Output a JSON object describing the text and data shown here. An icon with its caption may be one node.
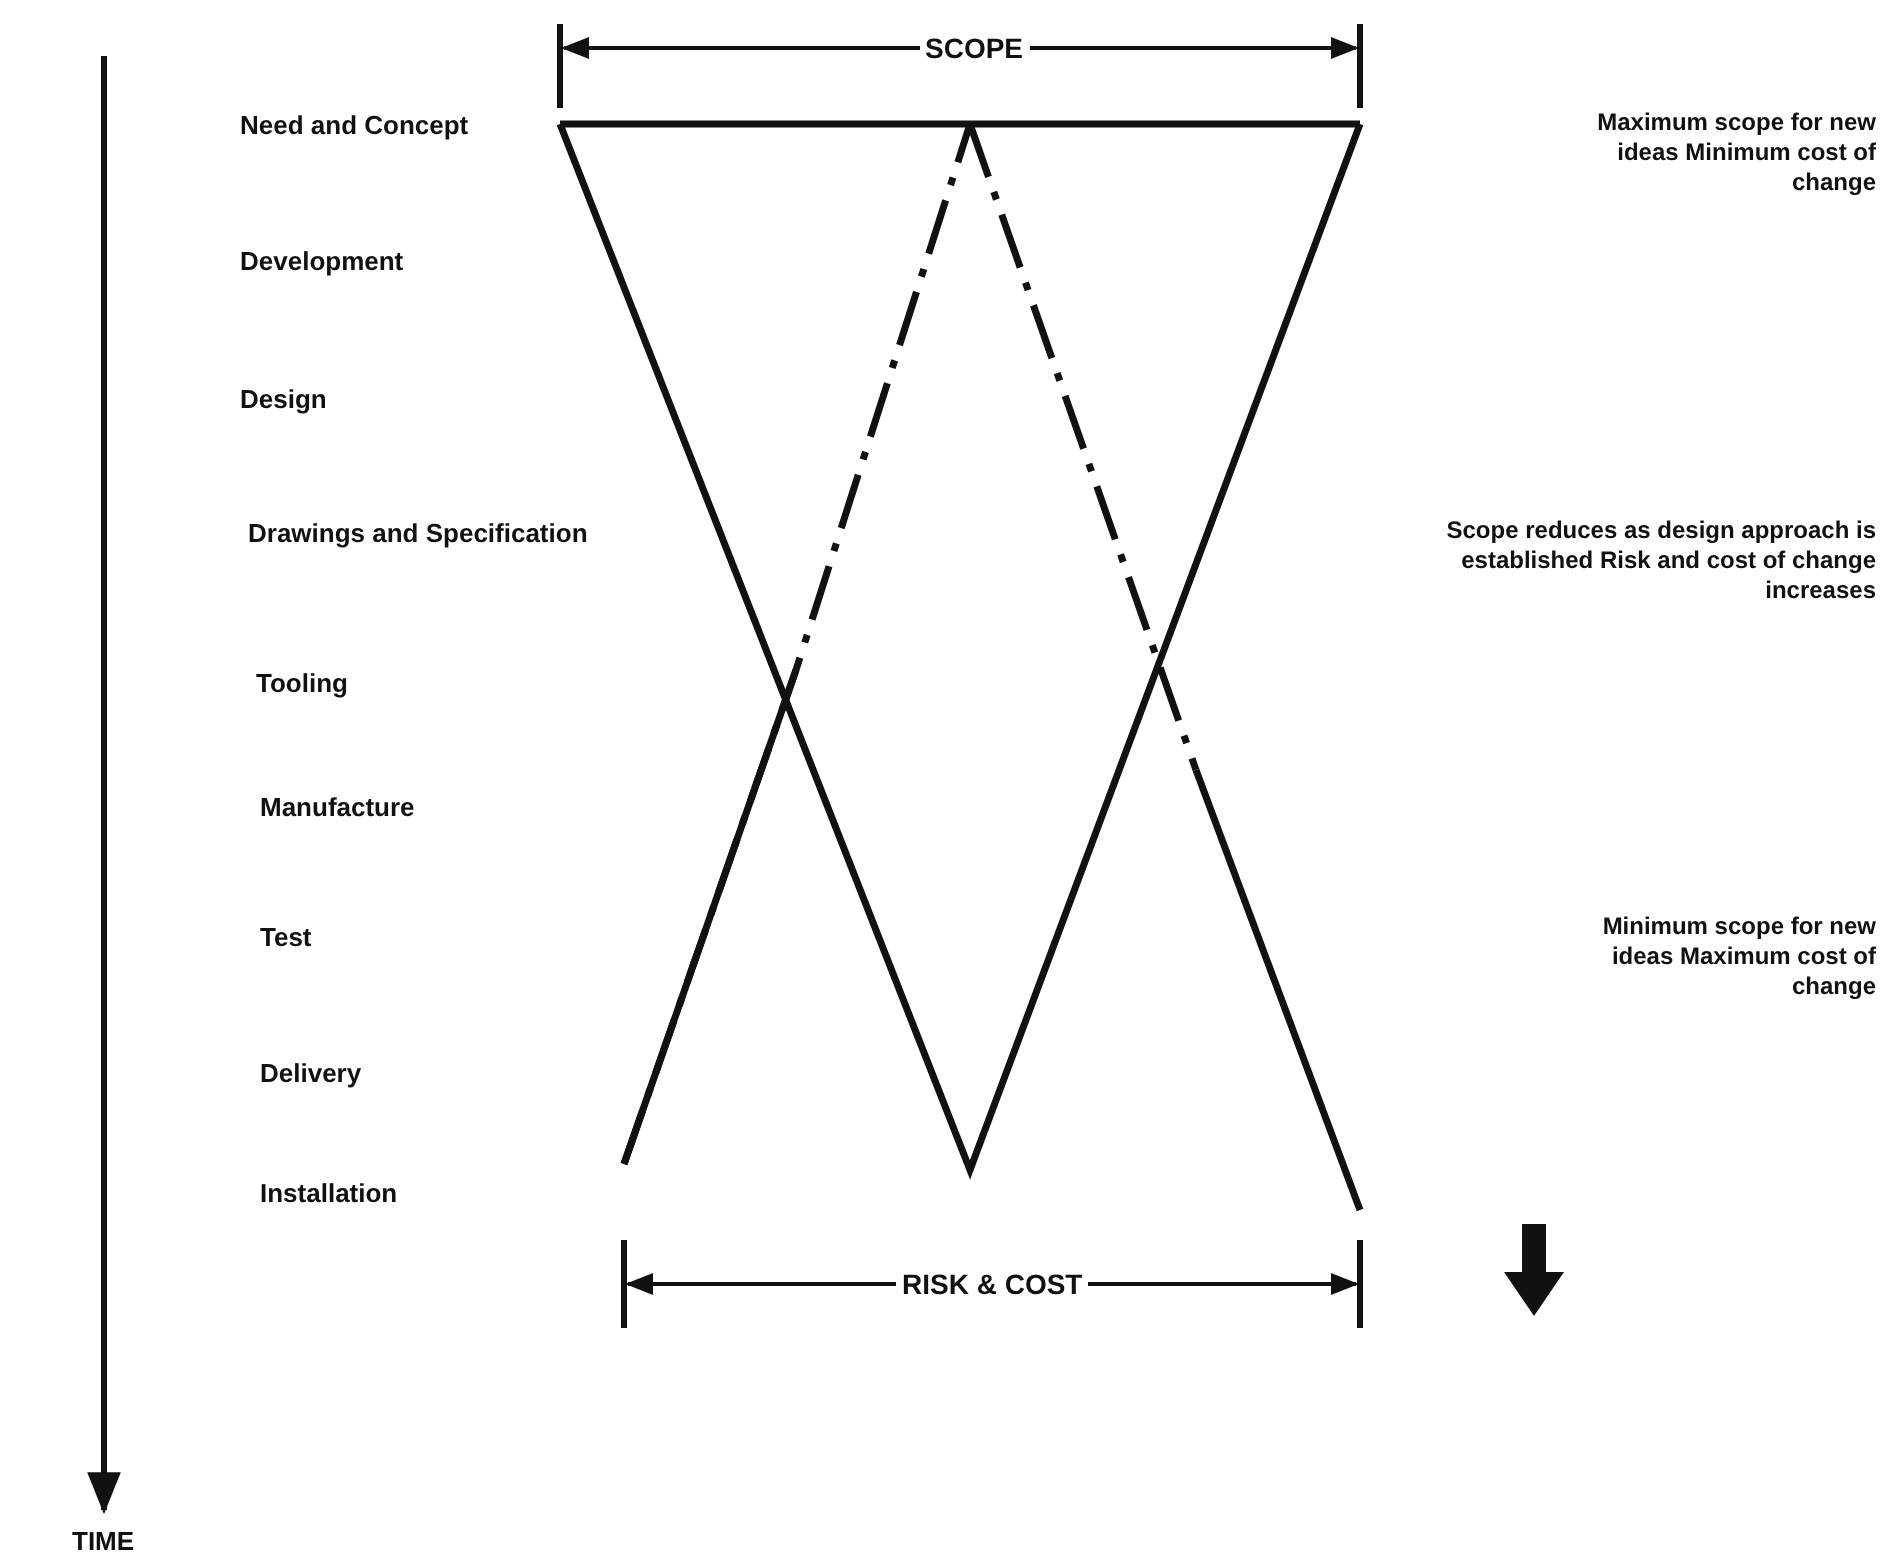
{
  "diagram": {
    "labels": [
      "SCOPE",
      "Need and Concept",
      "Maximum scope for new ideas Minimum cost of change",
      "Development",
      "Design",
      "Drawings and Specification",
      "Scope reduces as design approach is established Risk and cost of change increases",
      "Tooling",
      "Manufacture",
      "Test",
      "Minimum scope for new ideas Maximum cost of change",
      "Delivery",
      "RISK & COST",
      "Installation",
      "TIME"
    ]
  }
}
